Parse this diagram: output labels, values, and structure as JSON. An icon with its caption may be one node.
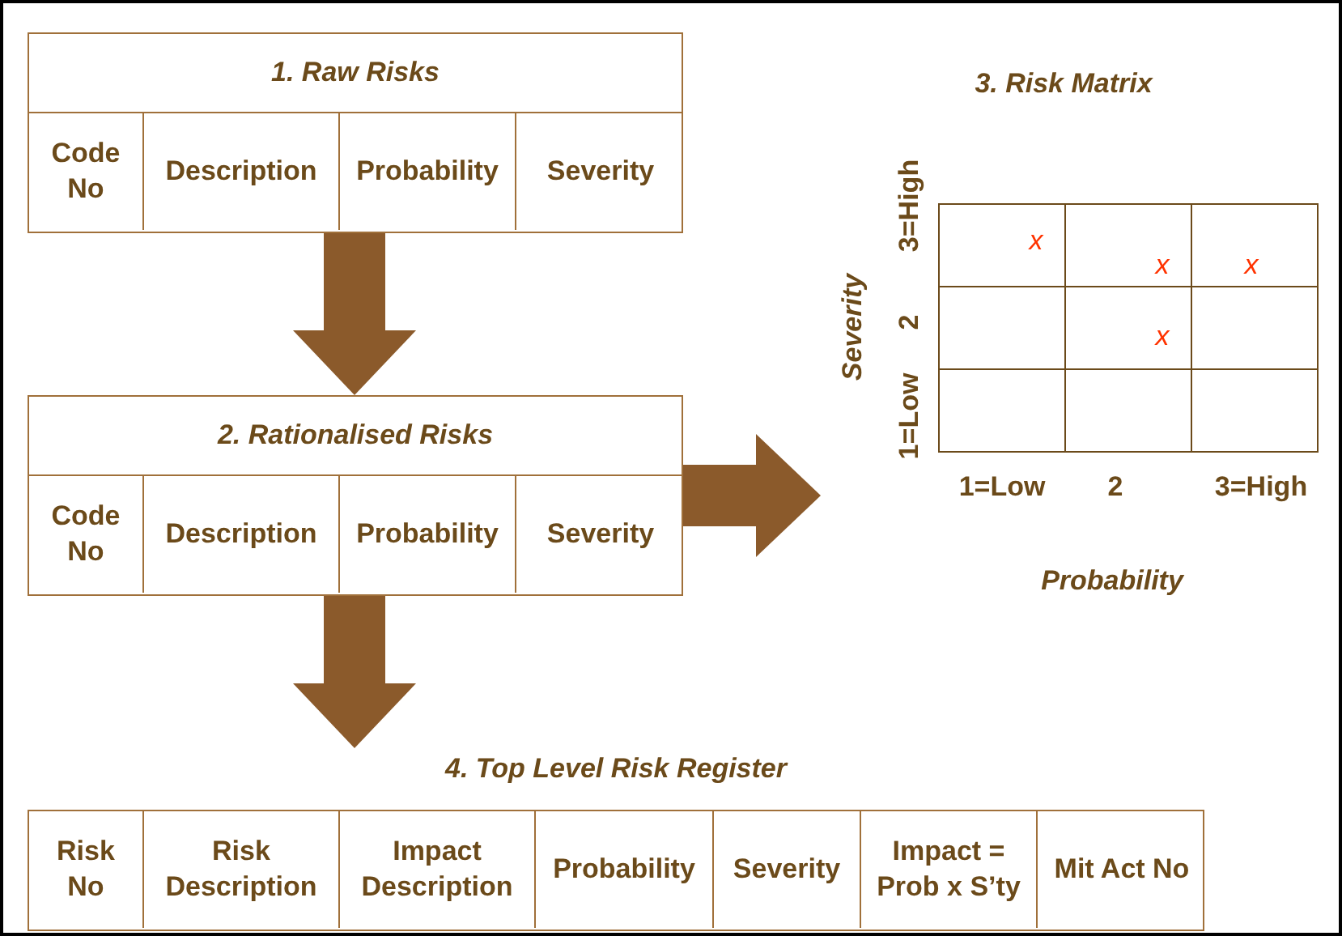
{
  "diagram": {
    "nodes": [
      {
        "text": [
          "1. Raw Risks",
          "Code No",
          "Description",
          "Probability",
          "Severity"
        ]
      },
      {
        "text": [
          "2. Rationalised Risks",
          "Code No",
          "Description",
          "Probability",
          "Severity"
        ]
      },
      {
        "text": [
          "3. Risk Matrix",
          "Severity",
          "3=High",
          "2",
          "1=Low",
          "x",
          "x",
          "x",
          "x",
          "1=Low",
          "2",
          "3=High",
          "Probability"
        ]
      },
      {
        "text": [
          "4. Top Level Risk Register",
          "Risk No",
          "Risk Description",
          "Impact Description",
          "Probability",
          "Severity",
          "Impact = Prob x S’ty",
          "Mit Act No"
        ]
      }
    ],
    "edges": [
      {
        "from": 0,
        "to": 1,
        "arrow": "to"
      },
      {
        "from": 1,
        "to": 2,
        "arrow": "to"
      },
      {
        "from": 1,
        "to": 3,
        "arrow": "to"
      }
    ]
  }
}
